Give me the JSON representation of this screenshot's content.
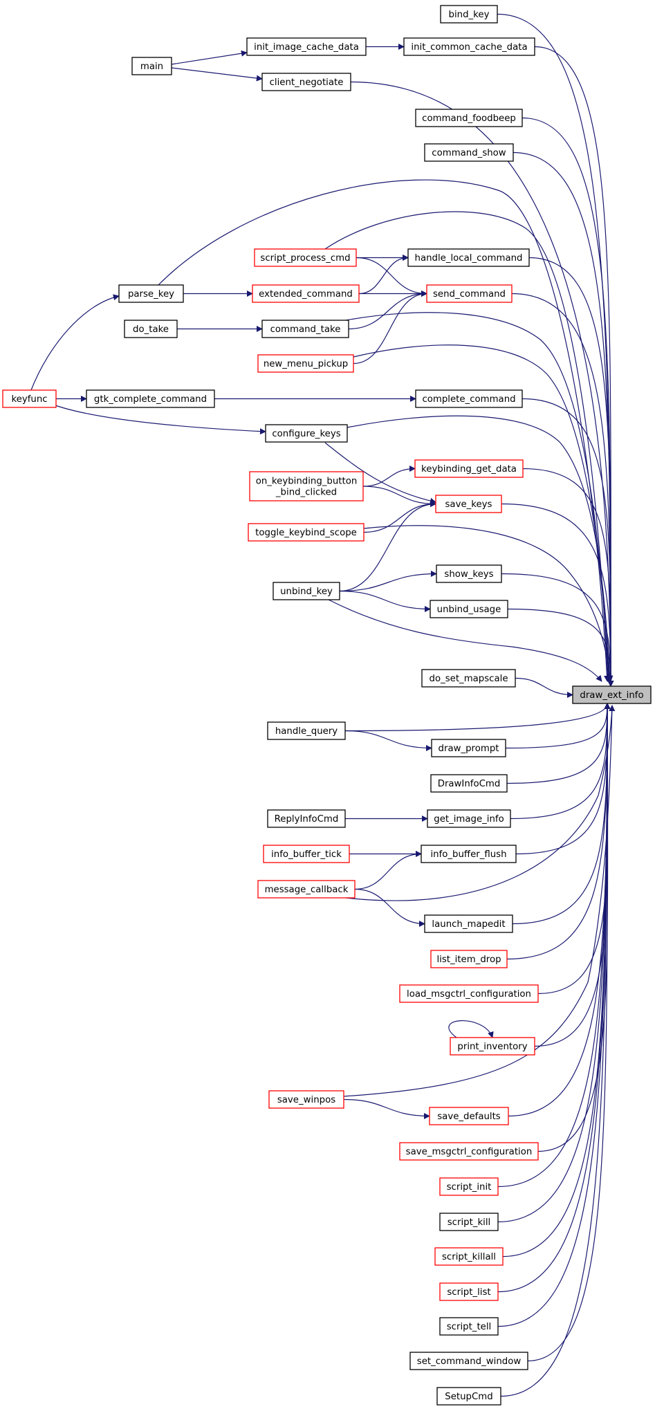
{
  "graph": {
    "colors": {
      "edge": "#191970",
      "normal": "#000000",
      "truncated": "#ff0000",
      "target_fill": "#bfbfbf"
    },
    "nodes": [
      {
        "id": "draw_ext_info",
        "lines": [
          "draw_ext_info"
        ],
        "style": "target"
      },
      {
        "id": "bind_key",
        "lines": [
          "bind_key"
        ],
        "style": "normal"
      },
      {
        "id": "init_common_cache_data",
        "lines": [
          "init_common_cache_data"
        ],
        "style": "normal"
      },
      {
        "id": "init_image_cache_data",
        "lines": [
          "init_image_cache_data"
        ],
        "style": "normal"
      },
      {
        "id": "main",
        "lines": [
          "main"
        ],
        "style": "normal"
      },
      {
        "id": "client_negotiate",
        "lines": [
          "client_negotiate"
        ],
        "style": "normal"
      },
      {
        "id": "command_foodbeep",
        "lines": [
          "command_foodbeep"
        ],
        "style": "normal"
      },
      {
        "id": "command_show",
        "lines": [
          "command_show"
        ],
        "style": "normal"
      },
      {
        "id": "handle_local_command",
        "lines": [
          "handle_local_command"
        ],
        "style": "normal"
      },
      {
        "id": "script_process_cmd",
        "lines": [
          "script_process_cmd"
        ],
        "style": "truncated"
      },
      {
        "id": "parse_key",
        "lines": [
          "parse_key"
        ],
        "style": "normal"
      },
      {
        "id": "extended_command",
        "lines": [
          "extended_command"
        ],
        "style": "truncated"
      },
      {
        "id": "send_command",
        "lines": [
          "send_command"
        ],
        "style": "truncated"
      },
      {
        "id": "do_take",
        "lines": [
          "do_take"
        ],
        "style": "normal"
      },
      {
        "id": "command_take",
        "lines": [
          "command_take"
        ],
        "style": "normal"
      },
      {
        "id": "new_menu_pickup",
        "lines": [
          "new_menu_pickup"
        ],
        "style": "truncated"
      },
      {
        "id": "keyfunc",
        "lines": [
          "keyfunc"
        ],
        "style": "truncated"
      },
      {
        "id": "gtk_complete_command",
        "lines": [
          "gtk_complete_command"
        ],
        "style": "normal"
      },
      {
        "id": "complete_command",
        "lines": [
          "complete_command"
        ],
        "style": "normal"
      },
      {
        "id": "configure_keys",
        "lines": [
          "configure_keys"
        ],
        "style": "normal"
      },
      {
        "id": "keybinding_get_data",
        "lines": [
          "keybinding_get_data"
        ],
        "style": "truncated"
      },
      {
        "id": "on_keybinding_button_bind_clicked",
        "lines": [
          "on_keybinding_button",
          "_bind_clicked"
        ],
        "style": "truncated"
      },
      {
        "id": "save_keys",
        "lines": [
          "save_keys"
        ],
        "style": "truncated"
      },
      {
        "id": "toggle_keybind_scope",
        "lines": [
          "toggle_keybind_scope"
        ],
        "style": "truncated"
      },
      {
        "id": "show_keys",
        "lines": [
          "show_keys"
        ],
        "style": "normal"
      },
      {
        "id": "unbind_key",
        "lines": [
          "unbind_key"
        ],
        "style": "normal"
      },
      {
        "id": "unbind_usage",
        "lines": [
          "unbind_usage"
        ],
        "style": "normal"
      },
      {
        "id": "do_set_mapscale",
        "lines": [
          "do_set_mapscale"
        ],
        "style": "normal"
      },
      {
        "id": "handle_query",
        "lines": [
          "handle_query"
        ],
        "style": "normal"
      },
      {
        "id": "draw_prompt",
        "lines": [
          "draw_prompt"
        ],
        "style": "normal"
      },
      {
        "id": "DrawInfoCmd",
        "lines": [
          "DrawInfoCmd"
        ],
        "style": "normal"
      },
      {
        "id": "ReplyInfoCmd",
        "lines": [
          "ReplyInfoCmd"
        ],
        "style": "normal"
      },
      {
        "id": "get_image_info",
        "lines": [
          "get_image_info"
        ],
        "style": "normal"
      },
      {
        "id": "info_buffer_tick",
        "lines": [
          "info_buffer_tick"
        ],
        "style": "truncated"
      },
      {
        "id": "info_buffer_flush",
        "lines": [
          "info_buffer_flush"
        ],
        "style": "normal"
      },
      {
        "id": "message_callback",
        "lines": [
          "message_callback"
        ],
        "style": "truncated"
      },
      {
        "id": "launch_mapedit",
        "lines": [
          "launch_mapedit"
        ],
        "style": "normal"
      },
      {
        "id": "list_item_drop",
        "lines": [
          "list_item_drop"
        ],
        "style": "truncated"
      },
      {
        "id": "load_msgctrl_configuration",
        "lines": [
          "load_msgctrl_configuration"
        ],
        "style": "truncated"
      },
      {
        "id": "print_inventory",
        "lines": [
          "print_inventory"
        ],
        "style": "truncated"
      },
      {
        "id": "save_winpos",
        "lines": [
          "save_winpos"
        ],
        "style": "truncated"
      },
      {
        "id": "save_defaults",
        "lines": [
          "save_defaults"
        ],
        "style": "truncated"
      },
      {
        "id": "save_msgctrl_configuration",
        "lines": [
          "save_msgctrl_configuration"
        ],
        "style": "truncated"
      },
      {
        "id": "script_init",
        "lines": [
          "script_init"
        ],
        "style": "truncated"
      },
      {
        "id": "script_kill",
        "lines": [
          "script_kill"
        ],
        "style": "normal"
      },
      {
        "id": "script_killall",
        "lines": [
          "script_killall"
        ],
        "style": "truncated"
      },
      {
        "id": "script_list",
        "lines": [
          "script_list"
        ],
        "style": "truncated"
      },
      {
        "id": "script_tell",
        "lines": [
          "script_tell"
        ],
        "style": "normal"
      },
      {
        "id": "set_command_window",
        "lines": [
          "set_command_window"
        ],
        "style": "normal"
      },
      {
        "id": "SetupCmd",
        "lines": [
          "SetupCmd"
        ],
        "style": "normal"
      }
    ],
    "edges": [
      [
        "bind_key",
        "draw_ext_info"
      ],
      [
        "init_common_cache_data",
        "draw_ext_info"
      ],
      [
        "init_image_cache_data",
        "init_common_cache_data"
      ],
      [
        "main",
        "init_image_cache_data"
      ],
      [
        "main",
        "client_negotiate"
      ],
      [
        "client_negotiate",
        "draw_ext_info"
      ],
      [
        "command_foodbeep",
        "draw_ext_info"
      ],
      [
        "command_show",
        "draw_ext_info"
      ],
      [
        "parse_key",
        "draw_ext_info"
      ],
      [
        "script_process_cmd",
        "draw_ext_info"
      ],
      [
        "script_process_cmd",
        "handle_local_command"
      ],
      [
        "script_process_cmd",
        "send_command"
      ],
      [
        "handle_local_command",
        "draw_ext_info"
      ],
      [
        "parse_key",
        "extended_command"
      ],
      [
        "extended_command",
        "handle_local_command"
      ],
      [
        "extended_command",
        "send_command"
      ],
      [
        "send_command",
        "draw_ext_info"
      ],
      [
        "do_take",
        "command_take"
      ],
      [
        "command_take",
        "send_command"
      ],
      [
        "command_take",
        "draw_ext_info"
      ],
      [
        "new_menu_pickup",
        "send_command"
      ],
      [
        "new_menu_pickup",
        "draw_ext_info"
      ],
      [
        "keyfunc",
        "parse_key"
      ],
      [
        "keyfunc",
        "gtk_complete_command"
      ],
      [
        "keyfunc",
        "configure_keys"
      ],
      [
        "gtk_complete_command",
        "complete_command"
      ],
      [
        "complete_command",
        "draw_ext_info"
      ],
      [
        "configure_keys",
        "draw_ext_info"
      ],
      [
        "configure_keys",
        "save_keys"
      ],
      [
        "on_keybinding_button_bind_clicked",
        "keybinding_get_data"
      ],
      [
        "on_keybinding_button_bind_clicked",
        "save_keys"
      ],
      [
        "keybinding_get_data",
        "draw_ext_info"
      ],
      [
        "save_keys",
        "draw_ext_info"
      ],
      [
        "toggle_keybind_scope",
        "save_keys"
      ],
      [
        "toggle_keybind_scope",
        "draw_ext_info"
      ],
      [
        "unbind_key",
        "save_keys"
      ],
      [
        "unbind_key",
        "show_keys"
      ],
      [
        "unbind_key",
        "unbind_usage"
      ],
      [
        "unbind_key",
        "draw_ext_info"
      ],
      [
        "show_keys",
        "draw_ext_info"
      ],
      [
        "unbind_usage",
        "draw_ext_info"
      ],
      [
        "do_set_mapscale",
        "draw_ext_info"
      ],
      [
        "handle_query",
        "draw_ext_info"
      ],
      [
        "handle_query",
        "draw_prompt"
      ],
      [
        "draw_prompt",
        "draw_ext_info"
      ],
      [
        "DrawInfoCmd",
        "draw_ext_info"
      ],
      [
        "ReplyInfoCmd",
        "get_image_info"
      ],
      [
        "get_image_info",
        "draw_ext_info"
      ],
      [
        "info_buffer_tick",
        "info_buffer_flush"
      ],
      [
        "message_callback",
        "info_buffer_flush"
      ],
      [
        "message_callback",
        "draw_ext_info"
      ],
      [
        "message_callback",
        "launch_mapedit"
      ],
      [
        "info_buffer_flush",
        "draw_ext_info"
      ],
      [
        "launch_mapedit",
        "draw_ext_info"
      ],
      [
        "list_item_drop",
        "draw_ext_info"
      ],
      [
        "load_msgctrl_configuration",
        "draw_ext_info"
      ],
      [
        "print_inventory",
        "print_inventory"
      ],
      [
        "print_inventory",
        "draw_ext_info"
      ],
      [
        "save_winpos",
        "draw_ext_info"
      ],
      [
        "save_winpos",
        "save_defaults"
      ],
      [
        "save_defaults",
        "draw_ext_info"
      ],
      [
        "save_msgctrl_configuration",
        "draw_ext_info"
      ],
      [
        "script_init",
        "draw_ext_info"
      ],
      [
        "script_kill",
        "draw_ext_info"
      ],
      [
        "script_killall",
        "draw_ext_info"
      ],
      [
        "script_list",
        "draw_ext_info"
      ],
      [
        "script_tell",
        "draw_ext_info"
      ],
      [
        "set_command_window",
        "draw_ext_info"
      ],
      [
        "SetupCmd",
        "draw_ext_info"
      ]
    ]
  }
}
